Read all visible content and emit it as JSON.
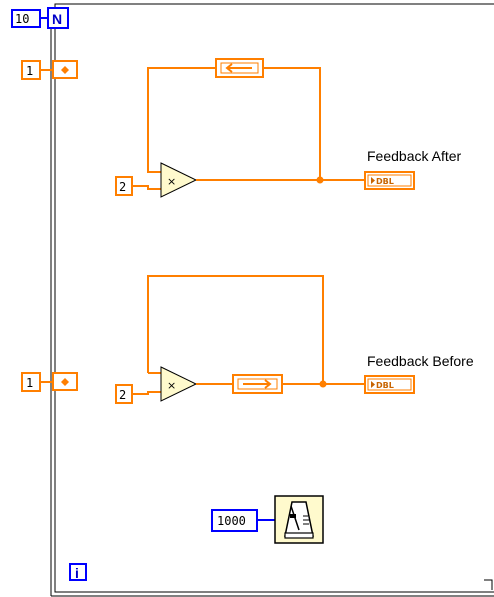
{
  "loop": {
    "count_constant": "10",
    "count_terminal": "N",
    "iteration_terminal": "i"
  },
  "top": {
    "init_constant": "1",
    "multiplier_constant": "2",
    "indicator_label": "Feedback After",
    "indicator_type": "DBL"
  },
  "bottom": {
    "init_constant": "1",
    "multiplier_constant": "2",
    "indicator_label": "Feedback Before",
    "indicator_type": "DBL"
  },
  "wait": {
    "ms_constant": "1000",
    "icon": "metronome-icon"
  },
  "colors": {
    "dbl_wire": "#ff7f00",
    "int_wire": "#0000ff",
    "loop_frame": "#000000"
  }
}
